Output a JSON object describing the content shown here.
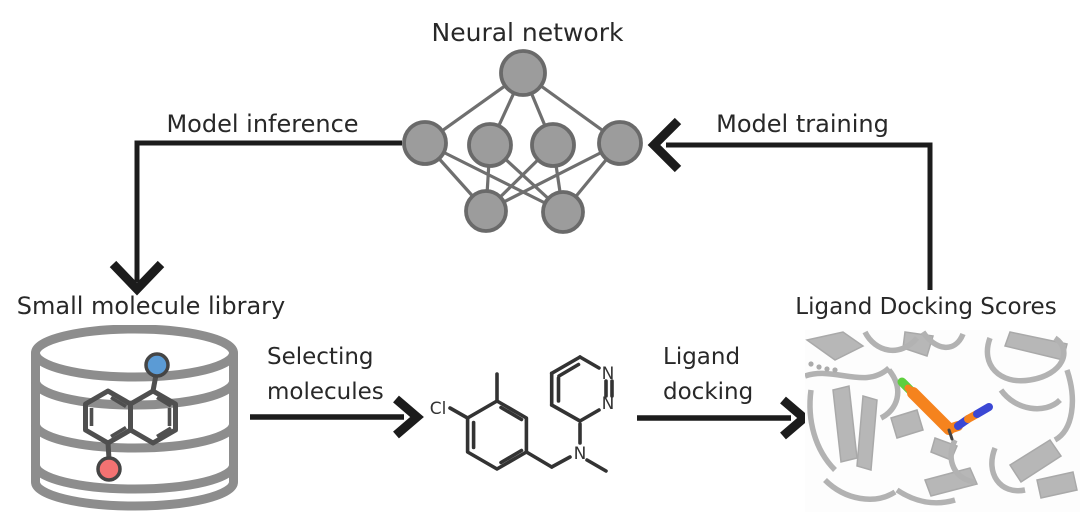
{
  "labels": {
    "neural_network": "Neural network",
    "model_inference": "Model inference",
    "model_training": "Model training",
    "small_molecule_library": "Small molecule library",
    "selecting_line1": "Selecting",
    "selecting_line2": "molecules",
    "docking_line1": "Ligand",
    "docking_line2": "docking",
    "ligand_docking_scores": "Ligand Docking Scores"
  },
  "molecule_atoms": {
    "chlorine": "Cl",
    "pyridazine_n_top": "N",
    "pyridazine_n_bottom": "N",
    "amine_n": "N"
  },
  "icons": {
    "database": "database-cylinder-icon",
    "neural_network": "neural-network-graph-icon",
    "molecule": "chemical-structure-icon",
    "protein": "protein-ribbon-image"
  },
  "colors": {
    "text": "#282828",
    "arrow": "#1c1c1c",
    "nn_node_fill": "#9c9c9c",
    "nn_node_stroke": "#6a6a6a",
    "database_gray": "#8d8d8d",
    "molecule_dark": "#4f4f4f",
    "atom_blue": "#5b9bd5",
    "atom_red": "#f37272",
    "protein_ribbon_gray": "#b5b5b5",
    "ligand_orange": "#f5831e",
    "ligand_green": "#5ecf3e",
    "ligand_blue": "#3b47d4"
  }
}
